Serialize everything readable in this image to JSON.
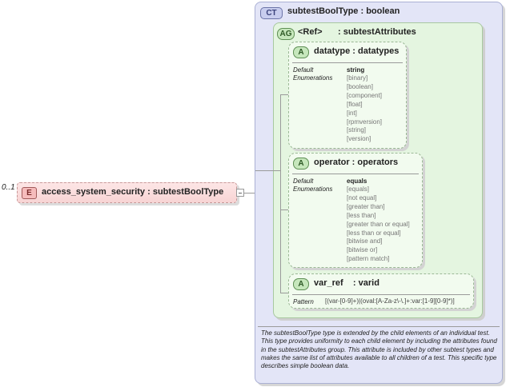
{
  "element": {
    "cardinality": "0..1",
    "badge": "E",
    "label": "access_system_security : subtestBoolType"
  },
  "complex_type": {
    "badge": "CT",
    "title": "subtestBoolType : boolean",
    "documentation": "The subtestBoolType type is extended by the child elements of an individual test.  This type provides uniformity to each child element by including the attributes found in the subtestAttributes group.  This attribute is included by other subtest types and makes the same list of attributes available to all children of a test.  This specific type describes simple boolean data."
  },
  "attribute_group": {
    "badge": "AG",
    "ref": "<Ref>",
    "name": ": subtestAttributes"
  },
  "attributes": [
    {
      "badge": "A",
      "title": "datatype : datatypes",
      "default_label": "Default",
      "enum_label": "Enumerations",
      "default": "string",
      "enumerations": [
        "[binary]",
        "[boolean]",
        "[component]",
        "[float]",
        "[int]",
        "[rpmversion]",
        "[string]",
        "[version]"
      ]
    },
    {
      "badge": "A",
      "title": "operator : operators",
      "default_label": "Default",
      "enum_label": "Enumerations",
      "default": "equals",
      "enumerations": [
        "[equals]",
        "[not equal]",
        "[greater than]",
        "[less than]",
        "[greater than or equal]",
        "[less than or equal]",
        "[bitwise and]",
        "[bitwise or]",
        "[pattern match]"
      ]
    },
    {
      "badge": "A",
      "title": "var_ref    : varid",
      "pattern_label": "Pattern",
      "pattern": "[(var-[0-9]+)|(oval:[A-Za-z\\-\\.]+:var:[1-9][0-9]*)]"
    }
  ]
}
